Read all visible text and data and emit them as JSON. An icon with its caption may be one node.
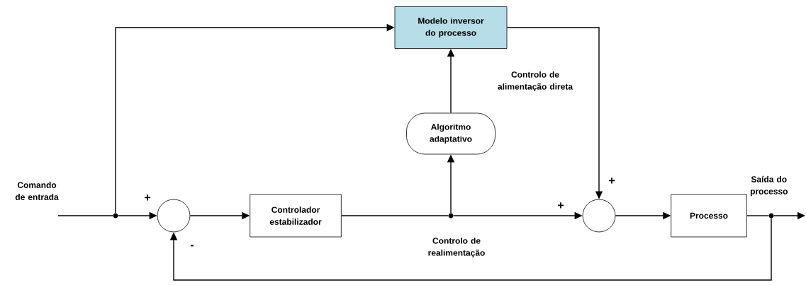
{
  "diagram": {
    "nodes": [
      {
        "text": [
          "Modelo inversor do processo"
        ]
      },
      {
        "text": [
          "Algoritmo adaptativo"
        ]
      },
      {
        "text": [],
        "shape": "circle"
      },
      {
        "text": [
          "Controlador estabilizador"
        ]
      },
      {
        "text": [],
        "shape": "circle"
      },
      {
        "text": [
          "Processo"
        ]
      },
      {
        "text": [],
        "shape": "dot"
      },
      {
        "text": [],
        "shape": "dot"
      },
      {
        "text": [],
        "shape": "dot"
      }
    ],
    "edges": [
      {
        "from": null,
        "to": 6,
        "arrow": "none"
      },
      {
        "from": 6,
        "to": 2,
        "arrow": "to"
      },
      {
        "from": 6,
        "to": 0,
        "arrow": "to"
      },
      {
        "from": 2,
        "to": 3,
        "arrow": "to"
      },
      {
        "from": 3,
        "to": 7,
        "arrow": "none"
      },
      {
        "from": 7,
        "to": 4,
        "arrow": "to"
      },
      {
        "from": 7,
        "to": 1,
        "arrow": "to"
      },
      {
        "from": 1,
        "to": 0,
        "arrow": "to"
      },
      {
        "from": 0,
        "to": 4,
        "arrow": "to"
      },
      {
        "from": 4,
        "to": 5,
        "arrow": "to"
      },
      {
        "from": 5,
        "to": 8,
        "arrow": "none"
      },
      {
        "from": 8,
        "to": null,
        "arrow": "to"
      },
      {
        "from": 8,
        "to": 2,
        "arrow": "to"
      }
    ],
    "labels": [
      "Comando de entrada",
      "+",
      "-",
      "Controlo de alimentação direta",
      "+",
      "+",
      "Controlo de realimentação",
      "Saída do processo"
    ]
  }
}
